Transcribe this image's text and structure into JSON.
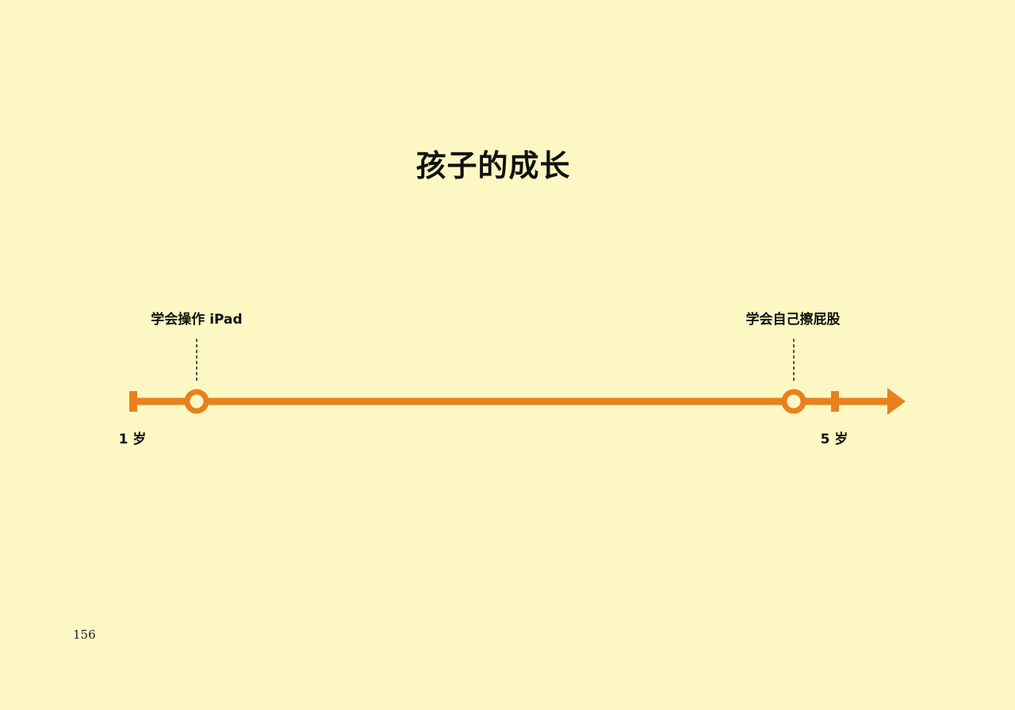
{
  "title": "孩子的成长",
  "timeline": {
    "color": "#e8811c",
    "events": [
      {
        "label": "学会操作 iPad"
      },
      {
        "label": "学会自己擦屁股"
      }
    ],
    "ages": [
      {
        "label": "1 岁"
      },
      {
        "label": "5 岁"
      }
    ]
  },
  "page_number": "156"
}
